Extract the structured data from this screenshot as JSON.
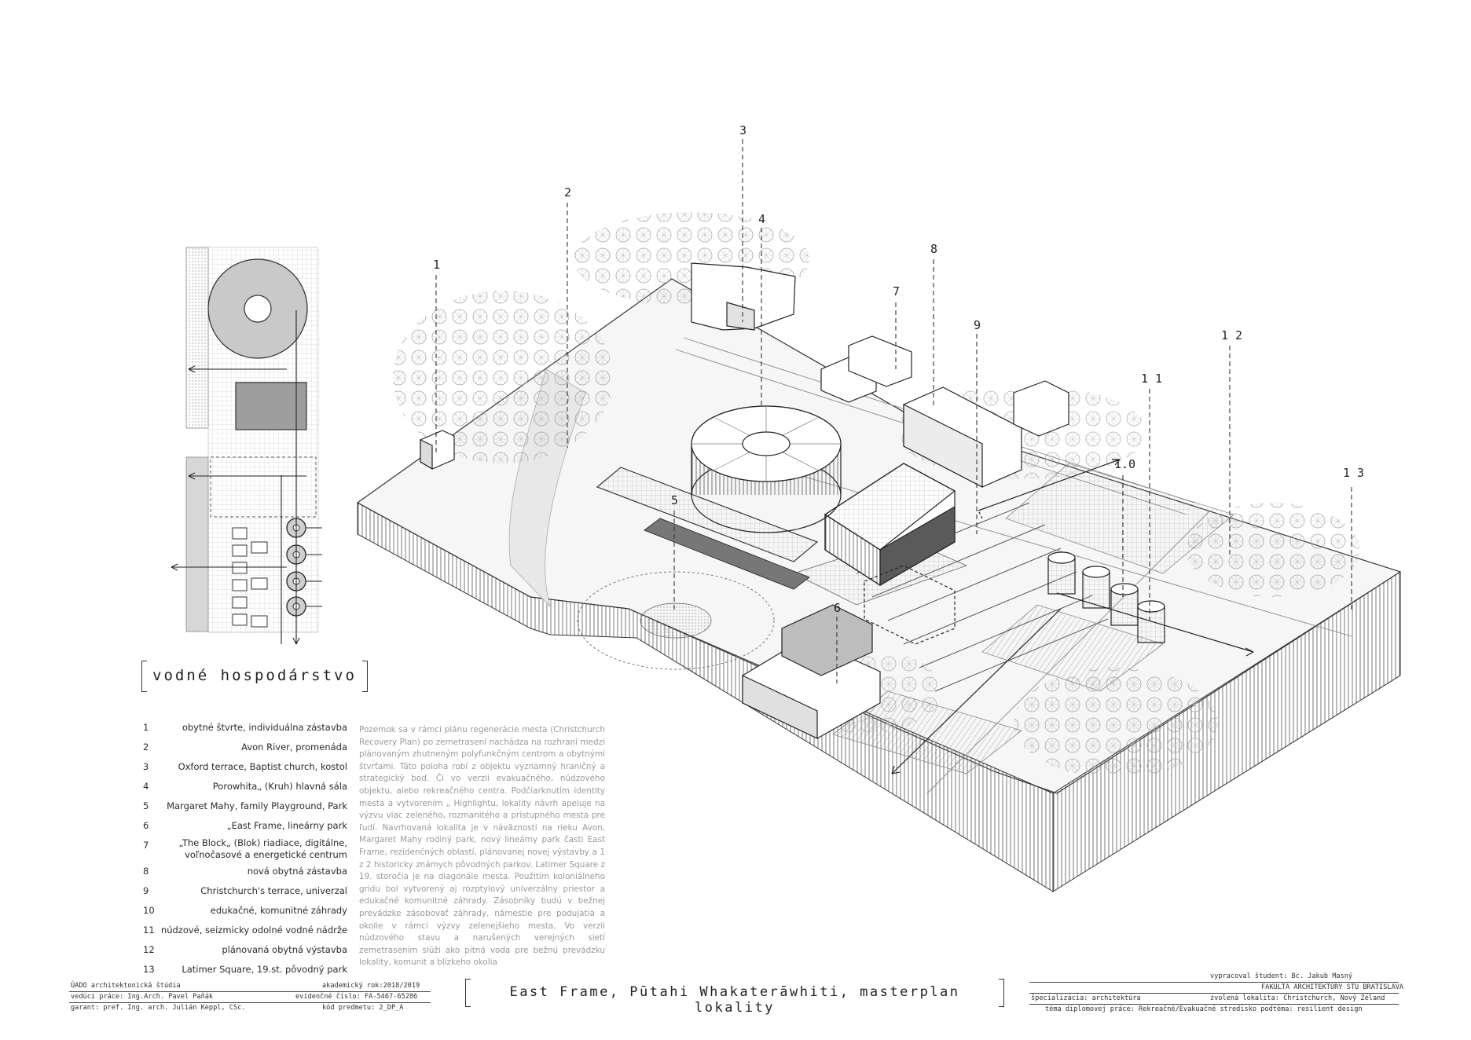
{
  "callouts": [
    "1",
    "2",
    "3",
    "4",
    "5",
    "6",
    "7",
    "8",
    "9",
    "1.0",
    "1 1",
    "1 2",
    "1 3"
  ],
  "section_title": "vodné hospodárstvo",
  "legend": [
    {
      "num": "1",
      "text": "obytné štvrte, individuálna zástavba"
    },
    {
      "num": "2",
      "text": "Avon River, promenáda"
    },
    {
      "num": "3",
      "text": "Oxford terrace, Baptist church, kostol"
    },
    {
      "num": "4",
      "text": "Porowhita„ (Kruh) hlavná sála"
    },
    {
      "num": "5",
      "text": "Margaret Mahy, family Playground, Park"
    },
    {
      "num": "6",
      "text": "„East Frame, lineárny park"
    },
    {
      "num": "7",
      "text": "„The Block„ (Blok) riadiace, digitálne, voľnočasové a energetické centrum"
    },
    {
      "num": "8",
      "text": "nová obytná zástavba"
    },
    {
      "num": "9",
      "text": "Christchurch's terrace, univerzal"
    },
    {
      "num": "10",
      "text": "edukačné, komunitné záhrady"
    },
    {
      "num": "11",
      "text": "núdzové, seizmicky odolné vodné nádrže"
    },
    {
      "num": "12",
      "text": "plánovaná obytná výstavba"
    },
    {
      "num": "13",
      "text": "Latimer Square, 19.st. pôvodný park"
    }
  ],
  "description": "Pozemok sa v rámci plánu regenerácie mesta (Christchurch Recovery Plan) po zemetrasení nachádza na rozhraní medzi plánovaným zhutneným polyfunkčným centrom a obytnými štvrťami. Táto poloha robí z objektu významný hraničný a strategický bod. Či vo verzii evakuačného, núdzového objektu, alebo rekreačného centra. Podčiarknutím identity mesta a vytvorením „ Highlightu, lokality návrh apeluje na výzvu viac zeleného, rozmanitého a prístupného mesta pre ľudí. Navrhovaná lokalita je v náväznosti na rieku Avon, Margaret Mahy rodiný park, nový lineárny park časti East Frame, rezidenčných oblastí, plánovanej novej výstavby a 1 z 2 historicky známych pôvodných parkov. Latimer Square z 19. storočia je na diagonále mesta. Použitím koloniálneho gridu bol vytvorený aj rozptylový univerzálny priestor a edukačné komunitné záhrady. Zásobníky budú v bežnej prevádzke zásobovať záhrady, námestie pre podujatia a okolie v rámci výzvy zeleneјšieho mesta. Vo verzii núdzového stavu a narušených verejných sietí zemetrasením slúži ako pitná voda pre bežnú prevádzku lokality, komunit a blízkeho okolia",
  "footer": {
    "institute": "ÚADO   architektonická  štúdia",
    "supervisor": "vedúci práce:  Ing.Arch. Pavel Paňák",
    "guarantor": "garant: pref. Ing. arch. Julián Keppl, CSc.",
    "year": "akademický rok:2018/2019",
    "record": "evidenčné číslo: FA-5467-65286",
    "code": "kód predmetu: 2_DP_A",
    "title": "East Frame, Pūtahi Whakaterāwhiti, masterplan lokality",
    "student": "vypracoval študent: Bc. Jakub Masný",
    "faculty": "FAKULTA ARCHITEKTÚRY STU BRATISLAVA",
    "specialization": "špecializácia:  architektúra",
    "location": "zvolená lokalita: Christchurch, Nový Zéland",
    "theme": "téma diplomovej práce: Rekreačné/Evakuačné stredisko  podtéma: resilient design"
  }
}
